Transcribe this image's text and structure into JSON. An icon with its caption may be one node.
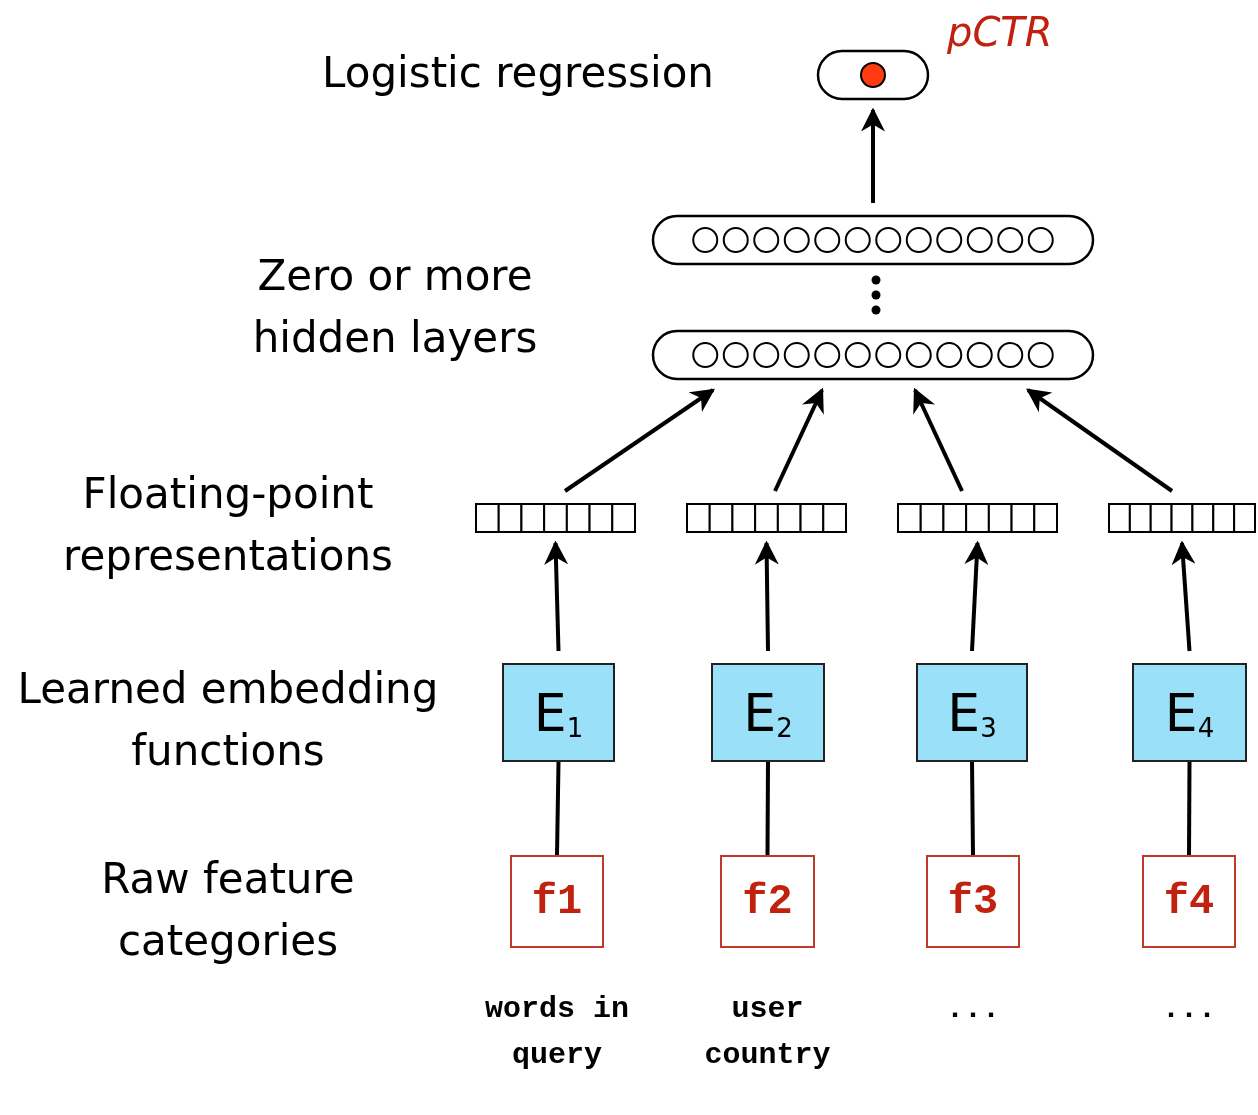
{
  "diagram": {
    "nodes": [
      {
        "text": [],
        "shape": "capsule",
        "beside": [
          "pCTR"
        ]
      },
      {
        "text": [],
        "shape": "capsule"
      },
      {
        "text": [],
        "shape": "capsule"
      },
      {
        "text": [],
        "shape": "bar"
      },
      {
        "text": [],
        "shape": "bar"
      },
      {
        "text": [],
        "shape": "bar"
      },
      {
        "text": [],
        "shape": "bar"
      },
      {
        "text": [
          "E$_{1}$"
        ]
      },
      {
        "text": [
          "E$_{2}$"
        ]
      },
      {
        "text": [
          "E$_{3}$"
        ]
      },
      {
        "text": [
          "E$_{4}$"
        ]
      },
      {
        "text": [
          "f1"
        ],
        "beside": [
          "words in query"
        ]
      },
      {
        "text": [
          "f2"
        ],
        "beside": [
          "user country"
        ]
      },
      {
        "text": [
          "f3"
        ],
        "beside": [
          "..."
        ]
      },
      {
        "text": [
          "f4"
        ],
        "beside": [
          "..."
        ]
      }
    ],
    "edges": [
      {
        "from": 11,
        "to": 7,
        "arrow": "none"
      },
      {
        "from": 12,
        "to": 8,
        "arrow": "none"
      },
      {
        "from": 13,
        "to": 9,
        "arrow": "none"
      },
      {
        "from": 14,
        "to": 10,
        "arrow": "none"
      },
      {
        "from": 7,
        "to": 3,
        "arrow": "to"
      },
      {
        "from": 8,
        "to": 4,
        "arrow": "to"
      },
      {
        "from": 9,
        "to": 5,
        "arrow": "to"
      },
      {
        "from": 10,
        "to": 6,
        "arrow": "to"
      },
      {
        "from": 3,
        "to": 2,
        "arrow": "to"
      },
      {
        "from": 4,
        "to": 2,
        "arrow": "to"
      },
      {
        "from": 5,
        "to": 2,
        "arrow": "to"
      },
      {
        "from": 6,
        "to": 2,
        "arrow": "to"
      },
      {
        "from": 1,
        "to": 0,
        "arrow": "to"
      }
    ],
    "labels": [
      "Logistic regression",
      "Zero or more hidden layers",
      "Floating-point representations",
      "Learned embedding functions",
      "Raw feature categories"
    ]
  }
}
